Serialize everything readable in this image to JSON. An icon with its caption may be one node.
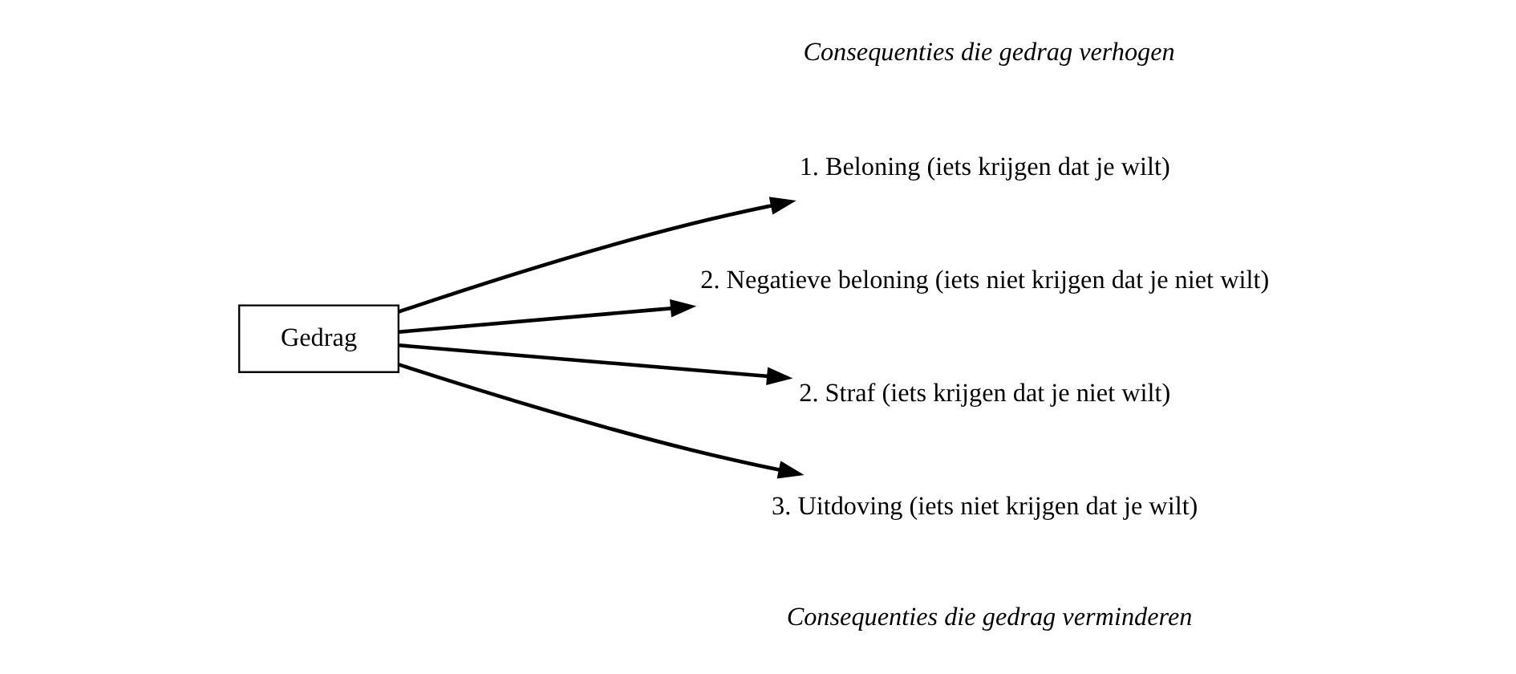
{
  "diagram": {
    "nodes": [
      {
        "text": [
          "Gedrag"
        ]
      },
      {
        "text": [
          "1. Beloning (iets krijgen dat je wilt)"
        ]
      },
      {
        "text": [
          "2. Negatieve beloning (iets niet krijgen dat je niet wilt)"
        ]
      },
      {
        "text": [
          "2. Straf (iets krijgen dat je niet wilt)"
        ]
      },
      {
        "text": [
          "3. Uitdoving (iets niet krijgen dat je wilt)"
        ]
      }
    ],
    "edges": [
      {
        "from": 0,
        "to": 1,
        "arrow": "to"
      },
      {
        "from": 0,
        "to": 2,
        "arrow": "to"
      },
      {
        "from": 0,
        "to": 3,
        "arrow": "to"
      },
      {
        "from": 0,
        "to": 4,
        "arrow": "to"
      }
    ],
    "labels": [
      "Consequenties die gedrag verhogen",
      "Consequenties die gedrag verminderen"
    ]
  }
}
